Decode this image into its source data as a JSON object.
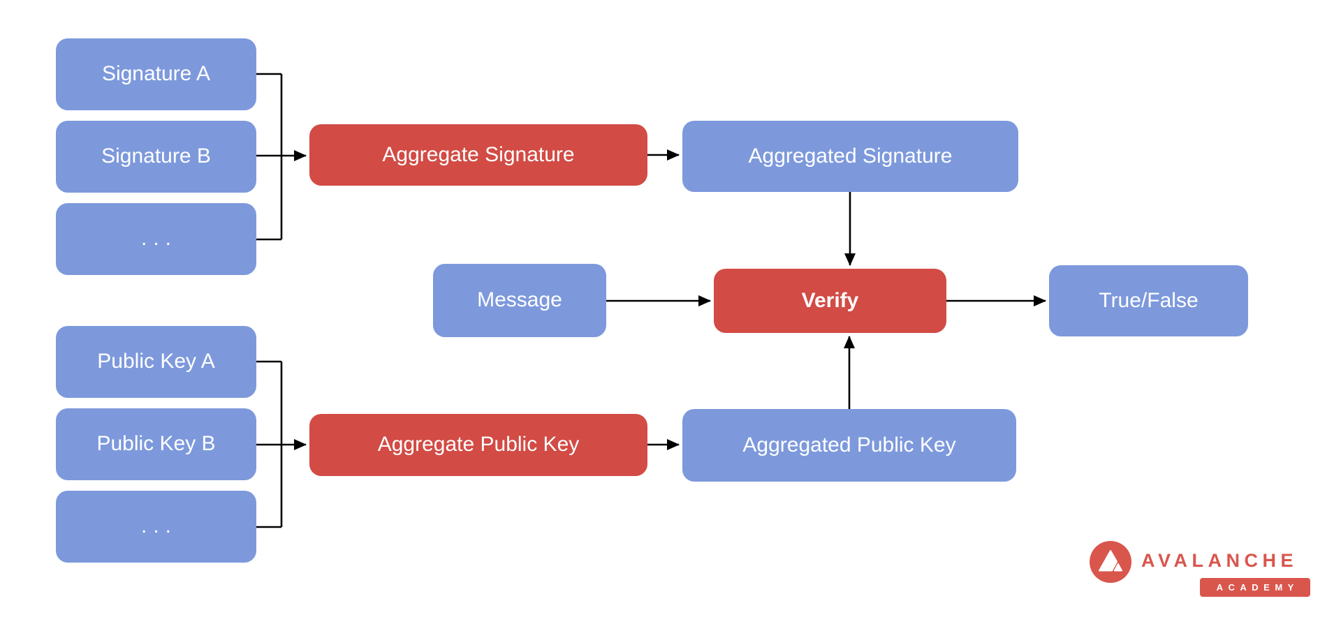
{
  "diagram": {
    "colors": {
      "node_blue": "#7D99DC",
      "node_red": "#D24B45",
      "line": "#000000",
      "text_on_node": "#FFFFFF",
      "logo_red": "#D9564D",
      "background": "#FFFFFF"
    },
    "nodes": {
      "signature_a": "Signature A",
      "signature_b": "Signature B",
      "signature_more": "...",
      "public_key_a": "Public Key A",
      "public_key_b": "Public Key B",
      "public_key_more": "...",
      "aggregate_signature": "Aggregate Signature",
      "aggregated_signature": "Aggregated Signature",
      "aggregate_public_key": "Aggregate Public Key",
      "aggregated_public_key": "Aggregated Public Key",
      "message": "Message",
      "verify": "Verify",
      "true_false": "True/False"
    },
    "edges": [
      {
        "from": "signature_a",
        "to": "aggregate_signature"
      },
      {
        "from": "signature_b",
        "to": "aggregate_signature"
      },
      {
        "from": "signature_more",
        "to": "aggregate_signature"
      },
      {
        "from": "aggregate_signature",
        "to": "aggregated_signature"
      },
      {
        "from": "aggregated_signature",
        "to": "verify"
      },
      {
        "from": "message",
        "to": "verify"
      },
      {
        "from": "public_key_a",
        "to": "aggregate_public_key"
      },
      {
        "from": "public_key_b",
        "to": "aggregate_public_key"
      },
      {
        "from": "public_key_more",
        "to": "aggregate_public_key"
      },
      {
        "from": "aggregate_public_key",
        "to": "aggregated_public_key"
      },
      {
        "from": "aggregated_public_key",
        "to": "verify"
      },
      {
        "from": "verify",
        "to": "true_false"
      }
    ]
  },
  "logo": {
    "brand": "AVALANCHE",
    "badge": "ACADEMY"
  }
}
